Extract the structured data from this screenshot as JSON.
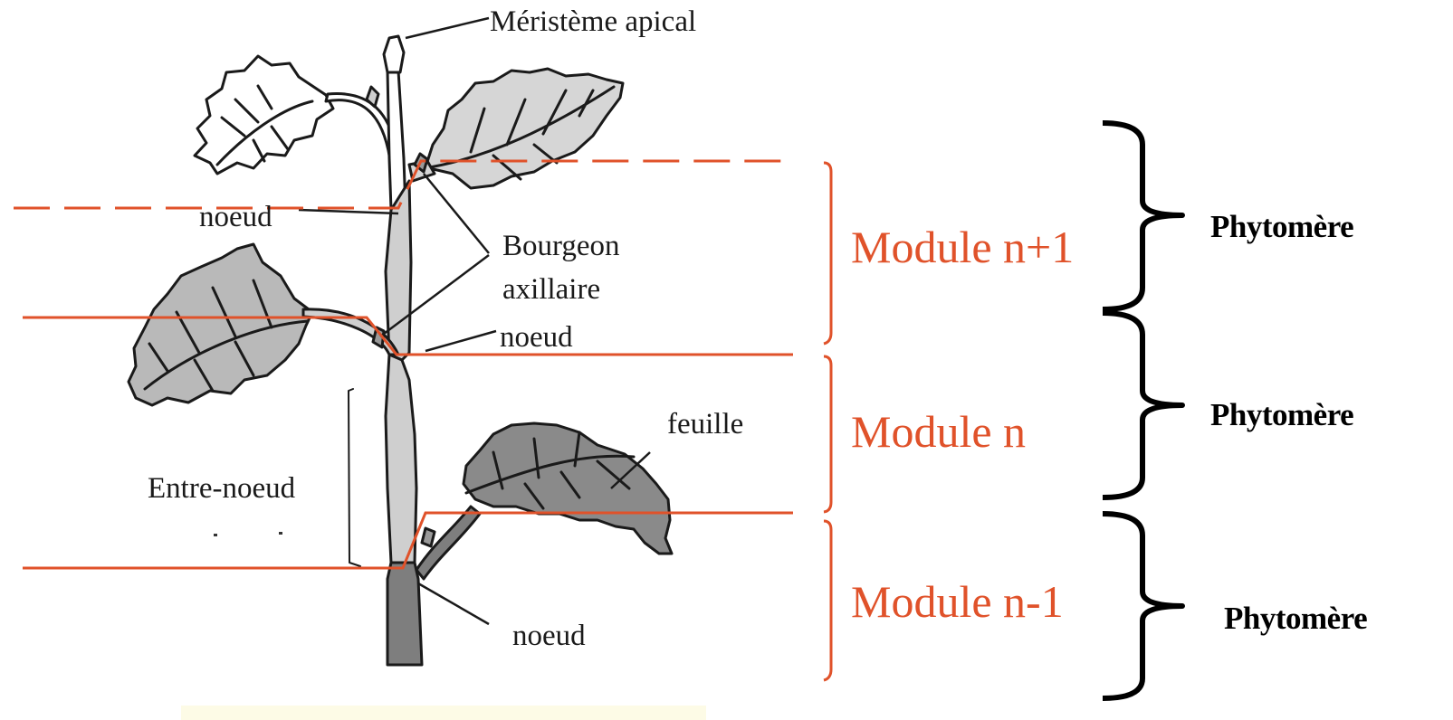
{
  "labels": {
    "apical": "Méristème apical",
    "noeud_top": "noeud",
    "bourgeon_line1": "Bourgeon",
    "bourgeon_line2": "axillaire",
    "noeud_mid": "noeud",
    "feuille": "feuille",
    "entre_noeud": "Entre-noeud",
    "noeud_bottom": "noeud"
  },
  "modules": [
    {
      "label": "Module n+1"
    },
    {
      "label": "Module n"
    },
    {
      "label": "Module n-1"
    }
  ],
  "phytomeres": [
    {
      "label": "Phytomère"
    },
    {
      "label": "Phytomère"
    },
    {
      "label": "Phytomère"
    }
  ],
  "colors": {
    "accent": "#e0522a",
    "stem_light": "#cfcfcf",
    "stem_dark": "#7e7e7e",
    "leaf_light": "#d6d6d6",
    "leaf_mid": "#b9b9b9",
    "leaf_dark": "#8a8a8a",
    "outline": "#1a1a1a",
    "bracket": "#000000"
  }
}
